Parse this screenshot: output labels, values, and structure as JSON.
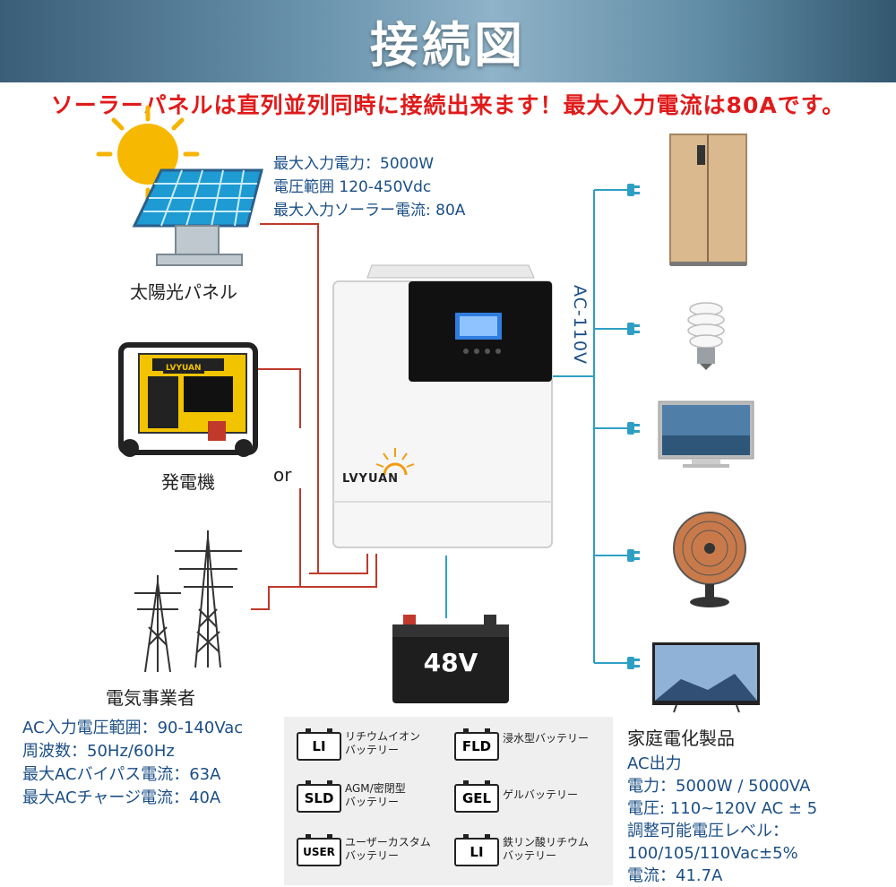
{
  "header": {
    "title": "接続図"
  },
  "subtitle": "ソーラーパネルは直列並列同時に接続出来ます！最大入力電流は80Aです。",
  "solar": {
    "label": "太陽光パネル",
    "specs": [
      "最大入力電力：5000W",
      "電圧範囲 120-450Vdc",
      "最大入力ソーラー電流: 80A"
    ]
  },
  "generator": {
    "label": "発電機",
    "or": "or",
    "brand": "LVYUAN"
  },
  "grid": {
    "label": "電気事業者",
    "specs": [
      "AC入力電圧範囲：90-140Vac",
      "周波数：50Hz/60Hz",
      "最大ACバイパス電流：63A",
      "最大ACチャージ電流：40A"
    ]
  },
  "inverter": {
    "brand": "LVYUAN"
  },
  "battery": {
    "label": "48V"
  },
  "ac_line": {
    "label": "AC-110V"
  },
  "appliances": {
    "label": "家庭電化製品",
    "specs": [
      "AC出力",
      "電力：5000W / 5000VA",
      "電圧: 110~120V AC ± 5",
      "調整可能電圧レベル：",
      "100/105/110Vac±5%",
      "電流：41.7A"
    ]
  },
  "battery_types": [
    {
      "badge": "LI",
      "text": "リチウムイオン\nバッテリー"
    },
    {
      "badge": "FLD",
      "text": "浸水型バッテリー"
    },
    {
      "badge": "SLD",
      "text": "AGM/密閉型\nバッテリー"
    },
    {
      "badge": "GEL",
      "text": "ゲルバッテリー"
    },
    {
      "badge": "USER",
      "text": "ユーザーカスタム\nバッテリー"
    },
    {
      "badge": "LI",
      "text": "鉄リン酸リチウム\nバッテリー"
    }
  ],
  "colors": {
    "wire_red": "#c0392b",
    "wire_blue": "#2e9fc4",
    "spec_blue": "#1b4f86",
    "headline_red": "#e01b1b"
  }
}
